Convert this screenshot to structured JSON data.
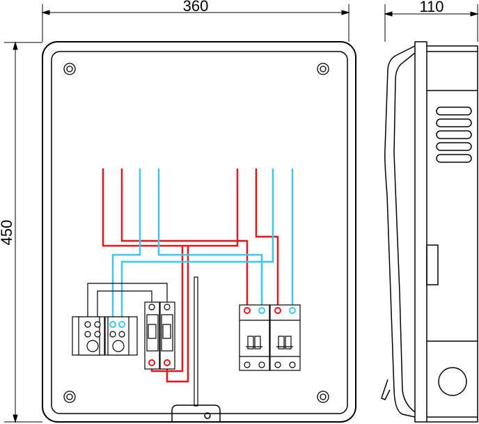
{
  "dimensions": {
    "front_width": "360",
    "front_height": "450",
    "side_depth": "110"
  },
  "colors": {
    "line": "#000000",
    "live_wire": "#e8141c",
    "neutral_wire": "#3cc8ee",
    "background": "#ffffff"
  },
  "icons": [
    "screw-icon",
    "circuit-breaker-icon",
    "terminal-block-icon",
    "vent-slot-icon"
  ]
}
